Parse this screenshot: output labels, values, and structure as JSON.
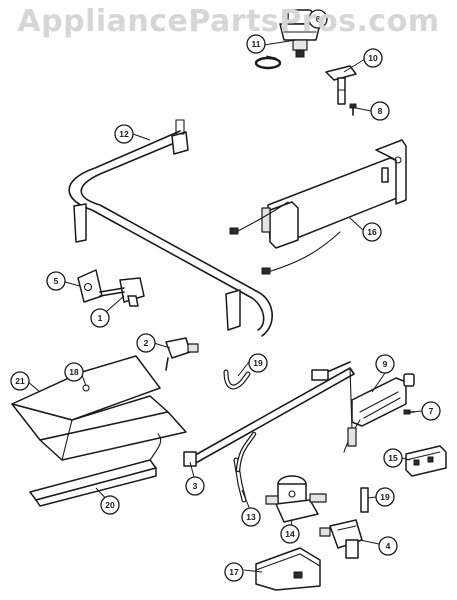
{
  "watermark": {
    "text": "AppliancePartsPros.com"
  },
  "callouts": [
    {
      "label": "6",
      "cx": 0,
      "cy": 0
    },
    {
      "label": "11",
      "cx": 0,
      "cy": 0
    },
    {
      "label": "10",
      "cx": 0,
      "cy": 0
    },
    {
      "label": "8",
      "cx": 0,
      "cy": 0
    },
    {
      "label": "12",
      "cx": 0,
      "cy": 0
    },
    {
      "label": "16",
      "cx": 0,
      "cy": 0
    },
    {
      "label": "5",
      "cx": 0,
      "cy": 0
    },
    {
      "label": "1",
      "cx": 0,
      "cy": 0
    },
    {
      "label": "2",
      "cx": 0,
      "cy": 0
    },
    {
      "label": "19",
      "cx": 0,
      "cy": 0
    },
    {
      "label": "9",
      "cx": 0,
      "cy": 0
    },
    {
      "label": "21",
      "cx": 0,
      "cy": 0
    },
    {
      "label": "18",
      "cx": 0,
      "cy": 0
    },
    {
      "label": "7",
      "cx": 0,
      "cy": 0
    },
    {
      "label": "15",
      "cx": 0,
      "cy": 0
    },
    {
      "label": "3",
      "cx": 0,
      "cy": 0
    },
    {
      "label": "19",
      "cx": 0,
      "cy": 0
    },
    {
      "label": "20",
      "cx": 0,
      "cy": 0
    },
    {
      "label": "13",
      "cx": 0,
      "cy": 0
    },
    {
      "label": "14",
      "cx": 0,
      "cy": 0
    },
    {
      "label": "4",
      "cx": 0,
      "cy": 0
    },
    {
      "label": "17",
      "cx": 0,
      "cy": 0
    }
  ]
}
